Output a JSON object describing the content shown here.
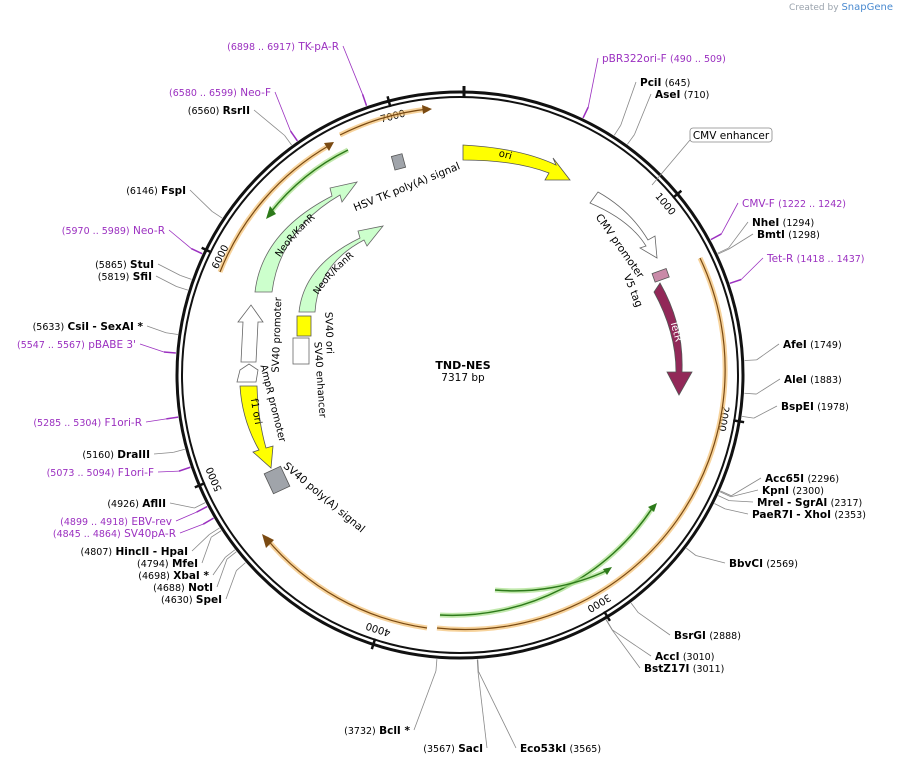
{
  "credit": {
    "prefix": "Created by",
    "brand": "SnapGene"
  },
  "plasmid": {
    "name": "TND-NES",
    "size_label": "7317 bp",
    "length": 7317
  },
  "colors": {
    "primer": "#9b30c0",
    "enzyme": "#000000",
    "feature_arrow_orf": "#d88a2a"
  },
  "ticks": [
    {
      "pos": 1000,
      "label": "1000"
    },
    {
      "pos": 2000,
      "label": "2000"
    },
    {
      "pos": 3000,
      "label": "3000"
    },
    {
      "pos": 4000,
      "label": "4000"
    },
    {
      "pos": 5000,
      "label": "5000"
    },
    {
      "pos": 6000,
      "label": "6000"
    },
    {
      "pos": 7000,
      "label": "7000"
    }
  ],
  "enzymes": [
    {
      "name": "PciI",
      "pos": "(645)",
      "num": 645
    },
    {
      "name": "AseI",
      "pos": "(710)",
      "num": 710
    },
    {
      "name": "NheI",
      "pos": "(1294)",
      "num": 1294
    },
    {
      "name": "BmtI",
      "pos": "(1298)",
      "num": 1298
    },
    {
      "name": "AfeI",
      "pos": "(1749)",
      "num": 1749
    },
    {
      "name": "AleI",
      "pos": "(1883)",
      "num": 1883
    },
    {
      "name": "BspEI",
      "pos": "(1978)",
      "num": 1978
    },
    {
      "name": "Acc65I",
      "pos": "(2296)",
      "num": 2296
    },
    {
      "name": "KpnI",
      "pos": "(2300)",
      "num": 2300
    },
    {
      "name": "MreI",
      "extra": "- SgrAI",
      "pos": "(2317)",
      "num": 2317
    },
    {
      "name": "PaeR7I",
      "extra": "- XhoI",
      "pos": "(2353)",
      "num": 2353
    },
    {
      "name": "BbvCI",
      "pos": "(2569)",
      "num": 2569
    },
    {
      "name": "BsrGI",
      "pos": "(2888)",
      "num": 2888
    },
    {
      "name": "AccI",
      "pos": "(3010)",
      "num": 3010
    },
    {
      "name": "BstZ17I",
      "pos": "(3011)",
      "num": 3011
    },
    {
      "name": "Eco53kI",
      "pos": "(3565)",
      "num": 3565
    },
    {
      "name": "SacI",
      "pos": "(3567)",
      "num": 3567
    },
    {
      "name": "BclI *",
      "pos": "(3732)",
      "num": 3732
    },
    {
      "name": "SpeI",
      "pos": "(4630)",
      "num": 4630
    },
    {
      "name": "NotI",
      "pos": "(4688)",
      "num": 4688
    },
    {
      "name": "XbaI *",
      "pos": "(4698)",
      "num": 4698
    },
    {
      "name": "MfeI",
      "pos": "(4794)",
      "num": 4794
    },
    {
      "name": "HincII",
      "extra": "- HpaI",
      "pos": "(4807)",
      "num": 4807
    },
    {
      "name": "AflII",
      "pos": "(4926)",
      "num": 4926
    },
    {
      "name": "DraIII",
      "pos": "(5160)",
      "num": 5160
    },
    {
      "name": "CsiI",
      "extra": "- SexAI *",
      "pos": "(5633)",
      "num": 5633
    },
    {
      "name": "SfiI",
      "pos": "(5819)",
      "num": 5819
    },
    {
      "name": "StuI",
      "pos": "(5865)",
      "num": 5865
    },
    {
      "name": "FspI",
      "pos": "(6146)",
      "num": 6146
    },
    {
      "name": "RsrII",
      "pos": "(6560)",
      "num": 6560
    }
  ],
  "primers": [
    {
      "name": "pBR322ori-F",
      "range": "(490 .. 509)",
      "num": 499
    },
    {
      "name": "CMV-F",
      "range": "(1222 .. 1242)",
      "num": 1232
    },
    {
      "name": "Tet-R",
      "range": "(1418 .. 1437)",
      "num": 1427
    },
    {
      "name": "SV40pA-R",
      "range": "(4845 .. 4864)",
      "num": 4854
    },
    {
      "name": "EBV-rev",
      "range": "(4899 .. 4918)",
      "num": 4908
    },
    {
      "name": "F1ori-F",
      "range": "(5073 .. 5094)",
      "num": 5083
    },
    {
      "name": "F1ori-R",
      "range": "(5285 .. 5304)",
      "num": 5294
    },
    {
      "name": "pBABE 3'",
      "range": "(5547 .. 5567)",
      "num": 5557
    },
    {
      "name": "Neo-R",
      "range": "(5970 .. 5989)",
      "num": 5979
    },
    {
      "name": "Neo-F",
      "range": "(6580 .. 6599)",
      "num": 6589
    },
    {
      "name": "TK-pA-R",
      "range": "(6898 .. 6917)",
      "num": 6907
    }
  ],
  "features": [
    {
      "name": "ori",
      "label": "ori"
    },
    {
      "name": "cmv-enhancer",
      "label": "CMV enhancer"
    },
    {
      "name": "cmv-promoter",
      "label": "CMV promoter"
    },
    {
      "name": "v5-tag",
      "label": "V5 tag"
    },
    {
      "name": "tetr",
      "label": "TetR"
    },
    {
      "name": "hsv-tk-polya",
      "label": "HSV TK poly(A) signal"
    },
    {
      "name": "neor-kanr-1",
      "label": "NeoR/KanR"
    },
    {
      "name": "neor-kanr-2",
      "label": "NeoR/KanR"
    },
    {
      "name": "sv40-ori",
      "label": "SV40 ori"
    },
    {
      "name": "sv40-enhancer",
      "label": "SV40 enhancer"
    },
    {
      "name": "sv40-promoter",
      "label": "SV40 promoter"
    },
    {
      "name": "ampr-promoter",
      "label": "AmpR promoter"
    },
    {
      "name": "f1-ori",
      "label": "f1 ori"
    },
    {
      "name": "sv40-polya",
      "label": "SV40 poly(A) signal"
    }
  ]
}
